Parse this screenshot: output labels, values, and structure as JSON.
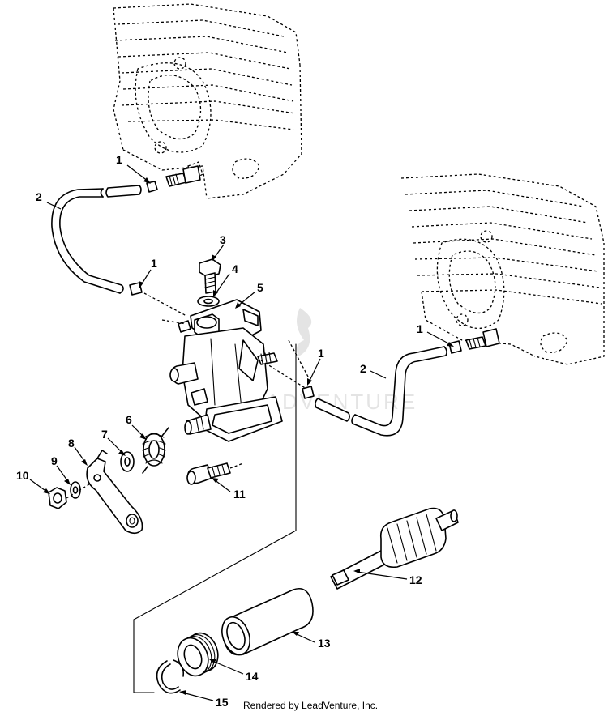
{
  "watermark": "LEADVENTURE",
  "footer": "Rendered by LeadVenture, Inc.",
  "callouts": [
    {
      "id": "c1a",
      "label": "1"
    },
    {
      "id": "c2a",
      "label": "2"
    },
    {
      "id": "c1b",
      "label": "1"
    },
    {
      "id": "c3",
      "label": "3"
    },
    {
      "id": "c4",
      "label": "4"
    },
    {
      "id": "c5",
      "label": "5"
    },
    {
      "id": "c1c",
      "label": "1"
    },
    {
      "id": "c1d",
      "label": "1"
    },
    {
      "id": "c2b",
      "label": "2"
    },
    {
      "id": "c6",
      "label": "6"
    },
    {
      "id": "c7",
      "label": "7"
    },
    {
      "id": "c8",
      "label": "8"
    },
    {
      "id": "c9",
      "label": "9"
    },
    {
      "id": "c10",
      "label": "10"
    },
    {
      "id": "c11",
      "label": "11"
    },
    {
      "id": "c12",
      "label": "12"
    },
    {
      "id": "c13",
      "label": "13"
    },
    {
      "id": "c14",
      "label": "14"
    },
    {
      "id": "c15",
      "label": "15"
    }
  ]
}
